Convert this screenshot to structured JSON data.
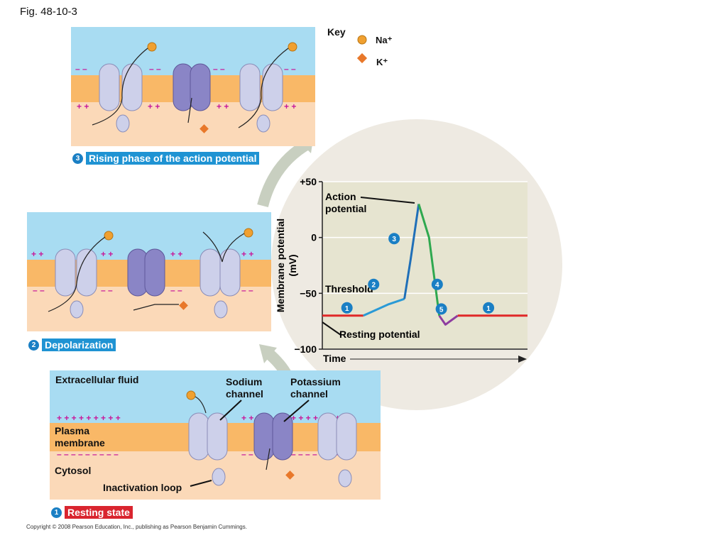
{
  "figure_label": "Fig. 48-10-3",
  "key": {
    "title": "Key",
    "items": [
      {
        "label": "Na⁺",
        "icon": "sodium-ion-icon",
        "color": "#f0a030"
      },
      {
        "label": "K⁺",
        "icon": "potassium-ion-icon",
        "color": "#e8782a"
      }
    ]
  },
  "panels": {
    "rising": {
      "number": "3",
      "caption": "Rising phase of the action potential"
    },
    "depolarization": {
      "number": "2",
      "caption": "Depolarization"
    },
    "resting": {
      "number": "1",
      "caption": "Resting state",
      "labels": {
        "extracellular": "Extracellular fluid",
        "plasma_membrane": "Plasma\nmembrane",
        "cytosol": "Cytosol",
        "sodium_channel": "Sodium\nchannel",
        "potassium_channel": "Potassium\nchannel",
        "inactivation_loop": "Inactivation loop"
      }
    }
  },
  "chart": {
    "ylabel": "Membrane potential\n(mV)",
    "xlabel": "Time",
    "yticks": [
      "+50",
      "0",
      "−50",
      "−100"
    ],
    "annotations": {
      "action_potential": "Action\npotential",
      "threshold": "Threshold",
      "resting_potential": "Resting potential"
    },
    "phase_markers": [
      "1",
      "2",
      "3",
      "4",
      "5",
      "1"
    ]
  },
  "chart_data": {
    "type": "line",
    "title": "",
    "xlabel": "Time",
    "ylabel": "Membrane potential (mV)",
    "ylim": [
      -100,
      50
    ],
    "yticks": [
      50,
      0,
      -50,
      -100
    ],
    "grid": true,
    "series": [
      {
        "phase": "1",
        "color": "#e02828",
        "points": [
          [
            0,
            -70
          ],
          [
            0.2,
            -70
          ]
        ]
      },
      {
        "phase": "2",
        "color": "#2a9ad6",
        "points": [
          [
            0.2,
            -70
          ],
          [
            0.32,
            -60
          ],
          [
            0.4,
            -55
          ]
        ]
      },
      {
        "phase": "3",
        "color": "#1f6fb8",
        "points": [
          [
            0.4,
            -55
          ],
          [
            0.43,
            -20
          ],
          [
            0.47,
            30
          ]
        ]
      },
      {
        "phase": "4",
        "color": "#2fa84f",
        "points": [
          [
            0.47,
            30
          ],
          [
            0.52,
            0
          ],
          [
            0.57,
            -70
          ]
        ]
      },
      {
        "phase": "5",
        "color": "#8e3ca0",
        "points": [
          [
            0.57,
            -70
          ],
          [
            0.6,
            -78
          ],
          [
            0.66,
            -70
          ]
        ]
      },
      {
        "phase": "1",
        "color": "#e02828",
        "points": [
          [
            0.66,
            -70
          ],
          [
            1.0,
            -70
          ]
        ]
      }
    ]
  },
  "copyright": "Copyright © 2008 Pearson Education, Inc., publishing as Pearson Benjamin Cummings."
}
